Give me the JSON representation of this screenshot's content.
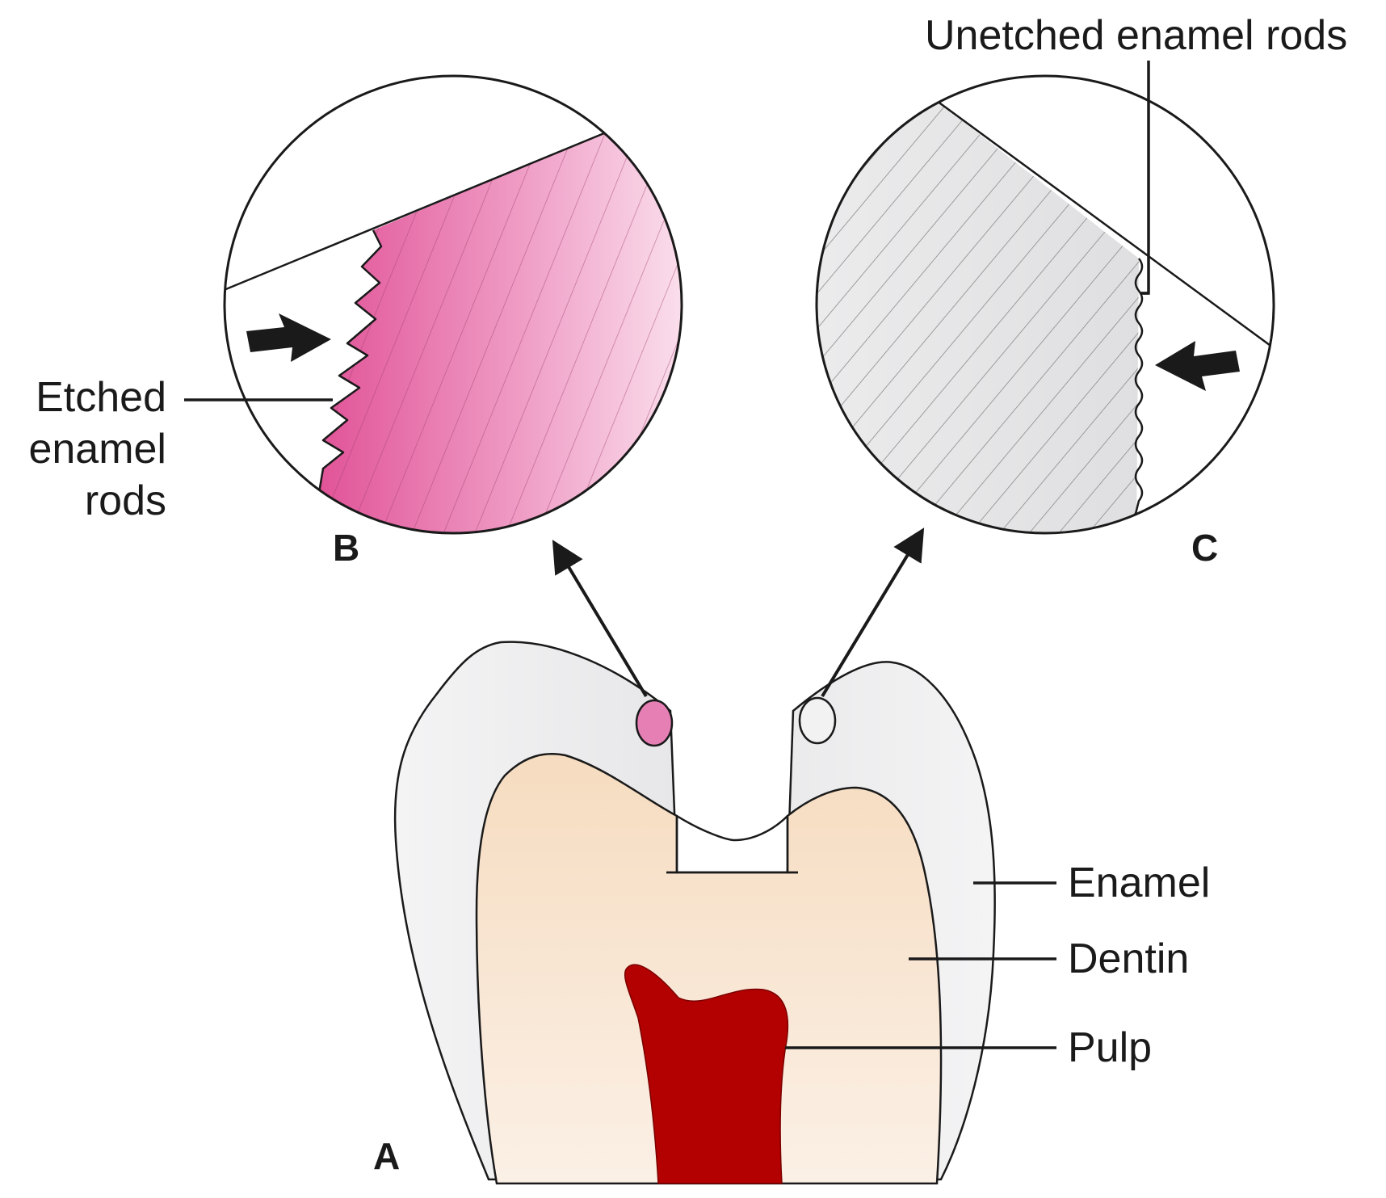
{
  "labels": {
    "unetched": "Unetched enamel rods",
    "etched_line1": "Etched",
    "etched_line2": "enamel",
    "etched_line3": "rods",
    "enamel": "Enamel",
    "dentin": "Dentin",
    "pulp": "Pulp"
  },
  "panels": {
    "a": "A",
    "b": "B",
    "c": "C"
  },
  "colors": {
    "outline": "#1a1a1a",
    "enamel": "#eeeeef",
    "dentin": "#f6dfc4",
    "pulp": "#b30000",
    "etched": "#e0559a",
    "unetched": "#e9e9ea",
    "rod_lines": "#8a8a8a"
  }
}
